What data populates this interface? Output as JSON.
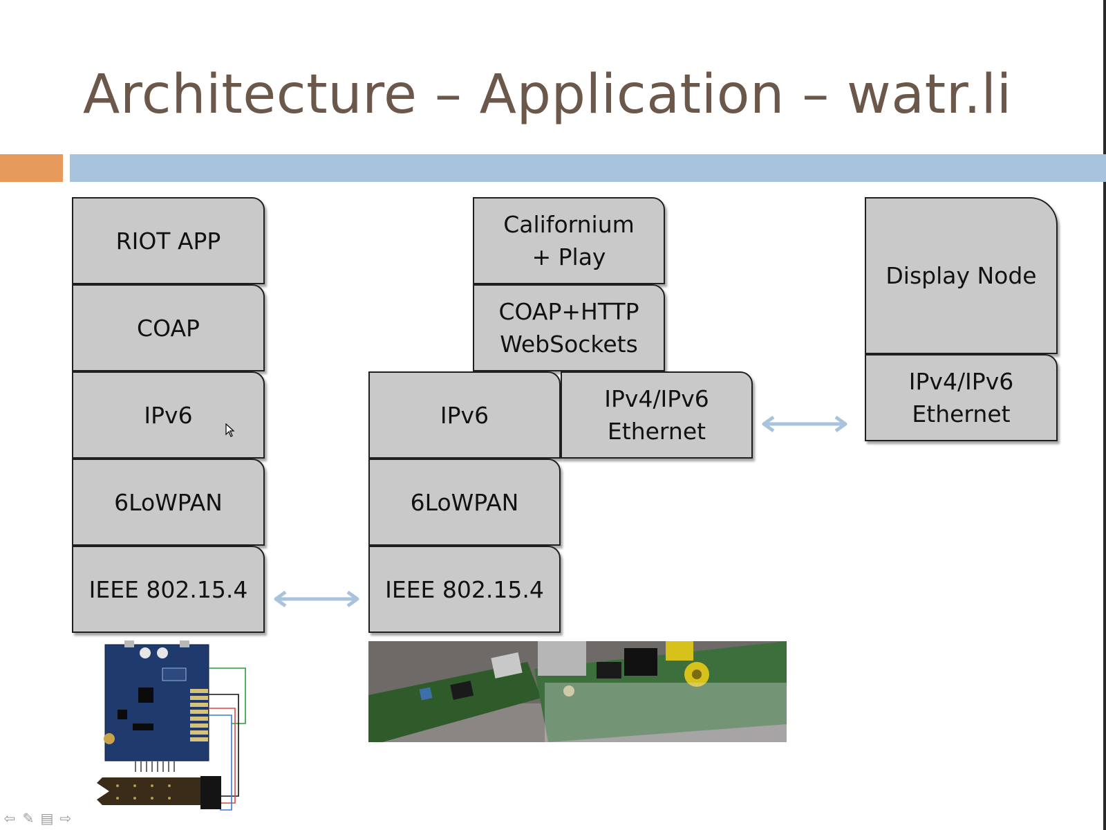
{
  "slide": {
    "title": "Architecture – Application – watr.li",
    "colors": {
      "title": "#6b584b",
      "accent_orange": "#e69a5c",
      "accent_blue": "#a8c4dd",
      "box_fill": "#c9c9c9",
      "arrow": "#a9c3dc"
    }
  },
  "stacks": {
    "node": [
      "RIOT APP",
      "COAP",
      "IPv6",
      "6LoWPAN",
      "IEEE 802.15.4"
    ],
    "gateway": {
      "top": [
        "Californium\n+ Play",
        "COAP+HTTP\nWebSockets"
      ],
      "left": [
        "IPv6",
        "6LoWPAN",
        "IEEE 802.15.4"
      ],
      "right": [
        "IPv4/IPv6\nEthernet"
      ]
    },
    "display": [
      "Display Node",
      "IPv4/IPv6\nEthernet"
    ]
  },
  "arrows": [
    {
      "name": "node-gateway-arrow",
      "direction": "bidirectional"
    },
    {
      "name": "gateway-display-arrow",
      "direction": "bidirectional"
    }
  ],
  "images": {
    "board": "board-icon",
    "gateway_photo": "hardware-photo"
  },
  "navigation": [
    "prev-icon",
    "pen-icon",
    "menu-icon",
    "next-icon"
  ]
}
